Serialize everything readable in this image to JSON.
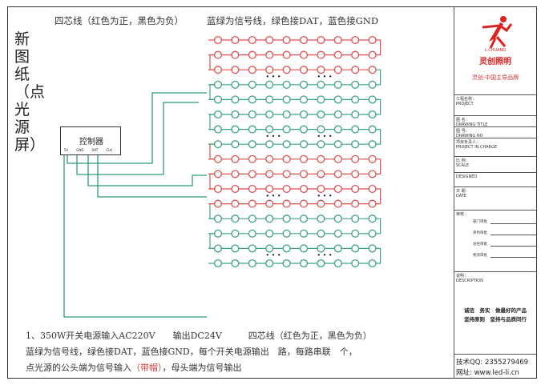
{
  "page_title": "新图纸（点光源屏）",
  "top_notes": {
    "wires": "四芯线（红色为正，黑色为负）",
    "signal": "蓝绿为信号线，绿色接DAT，蓝色接GND"
  },
  "controller": {
    "label": "控制器",
    "ports": [
      "5V",
      "GND",
      "DAT",
      "CLK"
    ]
  },
  "ellipsis": "• • •",
  "led_rows": {
    "count": 16,
    "dots_per_row": 10,
    "ellipsis_after_rows": [
      3,
      7,
      11,
      15
    ],
    "colors": [
      "red",
      "red",
      "red",
      "green",
      "green",
      "green",
      "green",
      "green",
      "red",
      "red",
      "red",
      "red",
      "green",
      "green",
      "green",
      "green"
    ],
    "palette": {
      "red": "#e05050",
      "green": "#3aa57a",
      "controller_wire": "#2f9a78"
    }
  },
  "bottom_notes": {
    "line1": "1、350W开关电源输入AC220V　　输出DC24V　　　四芯线（红色为正，黑色为负）",
    "line2": "蓝绿为信号线，绿色接DAT，蓝色接GND，每个开关电源输出　路，每路串联　个，",
    "line3_a": "点光源的公头端为信号输入",
    "line3_b": "（带帽）",
    "line3_c": "，母头端为信号输出"
  },
  "title_block": {
    "logo_en": "L·CHUANG",
    "brand_name": "灵创照明",
    "slogan": "灵创·中国主导品牌",
    "fields": [
      {
        "label": "工程名称：\nPROJECT"
      },
      {
        "label": "图 名：\nDRAWING TITLE"
      },
      {
        "label": "图 号：\nDRAWING NO"
      },
      {
        "label": "项目负责人：\nPROJECT IN CHARGE"
      },
      {
        "label": "比 例：\nSCALE"
      },
      {
        "label": "DESIGNED"
      },
      {
        "label": "日 期：\nDATE"
      }
    ],
    "sign_title": "审核：",
    "signers": [
      "部门审批",
      "审判审批",
      "总经审批",
      "物流审批"
    ],
    "desc_label": "说明：\nDESCRIPTION",
    "desc_line1": "诚信　务实　做最好的产品",
    "desc_line2": "坚持原则　坚持与品质同行",
    "qq": "技术QQ: 2355279469",
    "website": "网址: www.led-li.cn"
  }
}
